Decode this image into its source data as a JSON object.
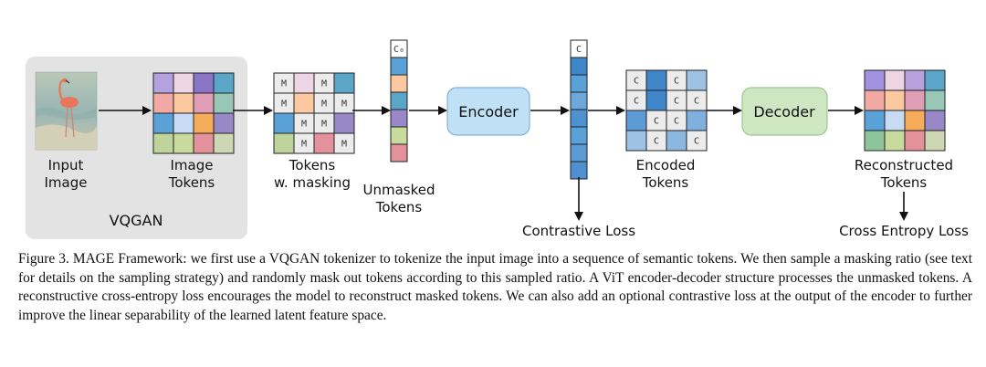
{
  "labels": {
    "input_image": [
      "Input",
      "Image"
    ],
    "image_tokens": [
      "Image",
      "Tokens"
    ],
    "tokens_masking": [
      "Tokens",
      "w. masking"
    ],
    "unmasked_tokens": [
      "Unmasked",
      "Tokens"
    ],
    "encoded_tokens": [
      "Encoded",
      "Tokens"
    ],
    "reconstructed_tokens": [
      "Reconstructed",
      "Tokens"
    ],
    "vqgan": "VQGAN",
    "encoder": "Encoder",
    "decoder": "Decoder",
    "contrastive_loss": "Contrastive Loss",
    "cross_entropy_loss": "Cross Entropy Loss",
    "mask_token": "M",
    "cls_token_unmasked": "C₀",
    "cls_token": "C"
  },
  "colors": {
    "vqgan_bg": "#e3e3e3",
    "encoder_fill": "#bfe0f5",
    "encoder_stroke": "#7fb3d8",
    "decoder_fill": "#cfe6c3",
    "decoder_stroke": "#9cc78d",
    "mask_bg": "#ececec"
  },
  "grids": {
    "image_tokens": [
      [
        "#b3a1e0",
        "#edd5e3",
        "#8a74c5",
        "#59a6c9"
      ],
      [
        "#f2a9a3",
        "#fcc89f",
        "#e09fb6",
        "#98c7b8"
      ],
      [
        "#5aa1d8",
        "#c7dcf4",
        "#f5ac5b",
        "#9888c8"
      ],
      [
        "#bfd49b",
        "#c8da9c",
        "#e3919b",
        "#cdd7b4"
      ]
    ],
    "masked": [
      [
        "M",
        "#edd5e3",
        "M",
        "#59a6c9"
      ],
      [
        "M",
        "#fcc89f",
        "M",
        "M"
      ],
      [
        "#5aa1d8",
        "M",
        "M",
        "#9888c8"
      ],
      [
        "#bfd49b",
        "M",
        "#e3919b",
        "M"
      ]
    ],
    "encoded": [
      [
        "C",
        "#3f86c9",
        "C",
        "#9ec2e4"
      ],
      [
        "C",
        "#3f86c9",
        "C",
        "C"
      ],
      [
        "#5d9bd6",
        "C",
        "C",
        "#7fb0de"
      ],
      [
        "#9ec2e4",
        "C",
        "#8bb6df",
        "C"
      ]
    ],
    "reconstructed": [
      [
        "#a293e0",
        "#edd5e3",
        "#b7a2de",
        "#59a6c9"
      ],
      [
        "#f2a9a3",
        "#fcc89f",
        "#e09fb6",
        "#98c7b8"
      ],
      [
        "#5aa1d8",
        "#c7dcf4",
        "#f5ac5b",
        "#9888c8"
      ],
      [
        "#8ec49a",
        "#c8da9c",
        "#e3919b",
        "#cdd7b4"
      ]
    ]
  },
  "columns": {
    "unmasked": [
      "#5aa1d8",
      "#fcc89f",
      "#59a6c9",
      "#9888c8",
      "#c8da9c",
      "#e3919b"
    ],
    "encoded": [
      "#3f86c9",
      "#5aa1d8",
      "#6ea8da",
      "#4f91d0",
      "#5aa1d8",
      "#5d9bd6",
      "#4f91d0"
    ]
  },
  "caption": "Figure 3. MAGE Framework: we first use a VQGAN tokenizer to tokenize the input image into a sequence of semantic tokens. We then sample a masking ratio (see text for details on the sampling strategy) and randomly mask out tokens according to this sampled ratio. A ViT encoder-decoder structure processes the unmasked tokens. A reconstructive cross-entropy loss encourages the model to reconstruct masked tokens. We can also add an optional contrastive loss at the output of the encoder to further improve the linear separability of the learned latent feature space."
}
